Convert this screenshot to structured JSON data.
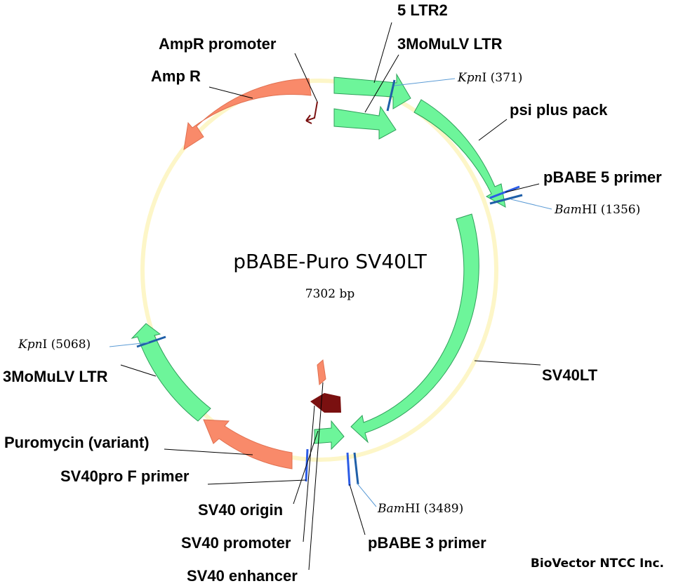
{
  "map": {
    "name": "pBABE-Puro SV40LT",
    "size": "7302 bp"
  },
  "features": {
    "ltr5": "5 LTR2",
    "momulv_ltr_top": "3MoMuLV LTR",
    "ampr_promoter": "AmpR promoter",
    "amp_r": "Amp R",
    "psi_plus_pack": "psi plus pack",
    "pbabe5_primer": "pBABE 5 primer",
    "sv40lt": "SV40LT",
    "momulv_ltr_left": "3MoMuLV LTR",
    "puromycin": "Puromycin (variant)",
    "sv40pro_f_primer": "SV40pro F primer",
    "sv40_origin": "SV40 origin",
    "sv40_promoter": "SV40 promoter",
    "sv40_enhancer": "SV40 enhancer",
    "pbabe3_primer": "pBABE 3 primer"
  },
  "sites": {
    "kpn1_top": {
      "enzyme": "Kpn",
      "suffix": "I",
      "pos": "(371)"
    },
    "bam_top": {
      "enzyme": "Bam",
      "suffix": "HI",
      "pos": "(1356)"
    },
    "kpn1_left": {
      "enzyme": "Kpn",
      "suffix": "I",
      "pos": "(5068)"
    },
    "bam_bottom": {
      "enzyme": "Bam",
      "suffix": "HI",
      "pos": "(3489)"
    }
  },
  "credit": "BioVector NTCC Inc.",
  "colors": {
    "backbone": "#fdf6c8",
    "green_feature": "#6df59a",
    "salmon_feature": "#f98a6a",
    "promoter_dark": "#7a1010",
    "site_line": "#1f5fa8",
    "primer_blue": "#2b5ce6"
  }
}
